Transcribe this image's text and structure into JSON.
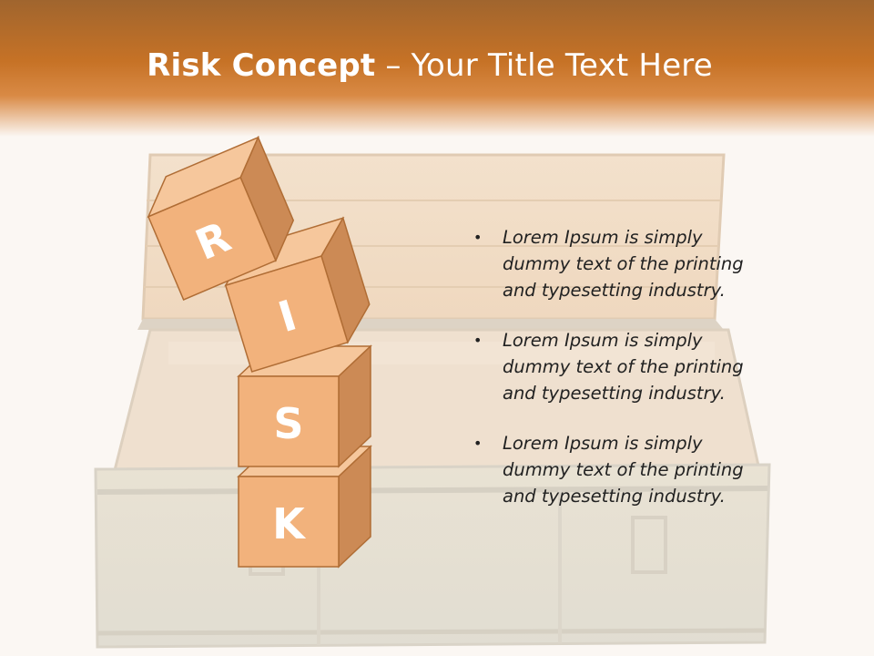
{
  "title": {
    "bold_part": "Risk Concept",
    "rest": " – Your Title Text Here"
  },
  "cubes": [
    "R",
    "I",
    "S",
    "K"
  ],
  "bullets": [
    "Lorem Ipsum is simply dummy text of the printing and typesetting industry.",
    "Lorem Ipsum is simply dummy text of the printing and typesetting industry.",
    "Lorem Ipsum is simply dummy text of the printing and typesetting industry."
  ],
  "colors": {
    "title_band": "#c67226",
    "cube_front": "#f2b27c",
    "cube_top": "#f6c79c",
    "cube_side": "#cc8a55",
    "cube_edge": "#b06d35"
  }
}
